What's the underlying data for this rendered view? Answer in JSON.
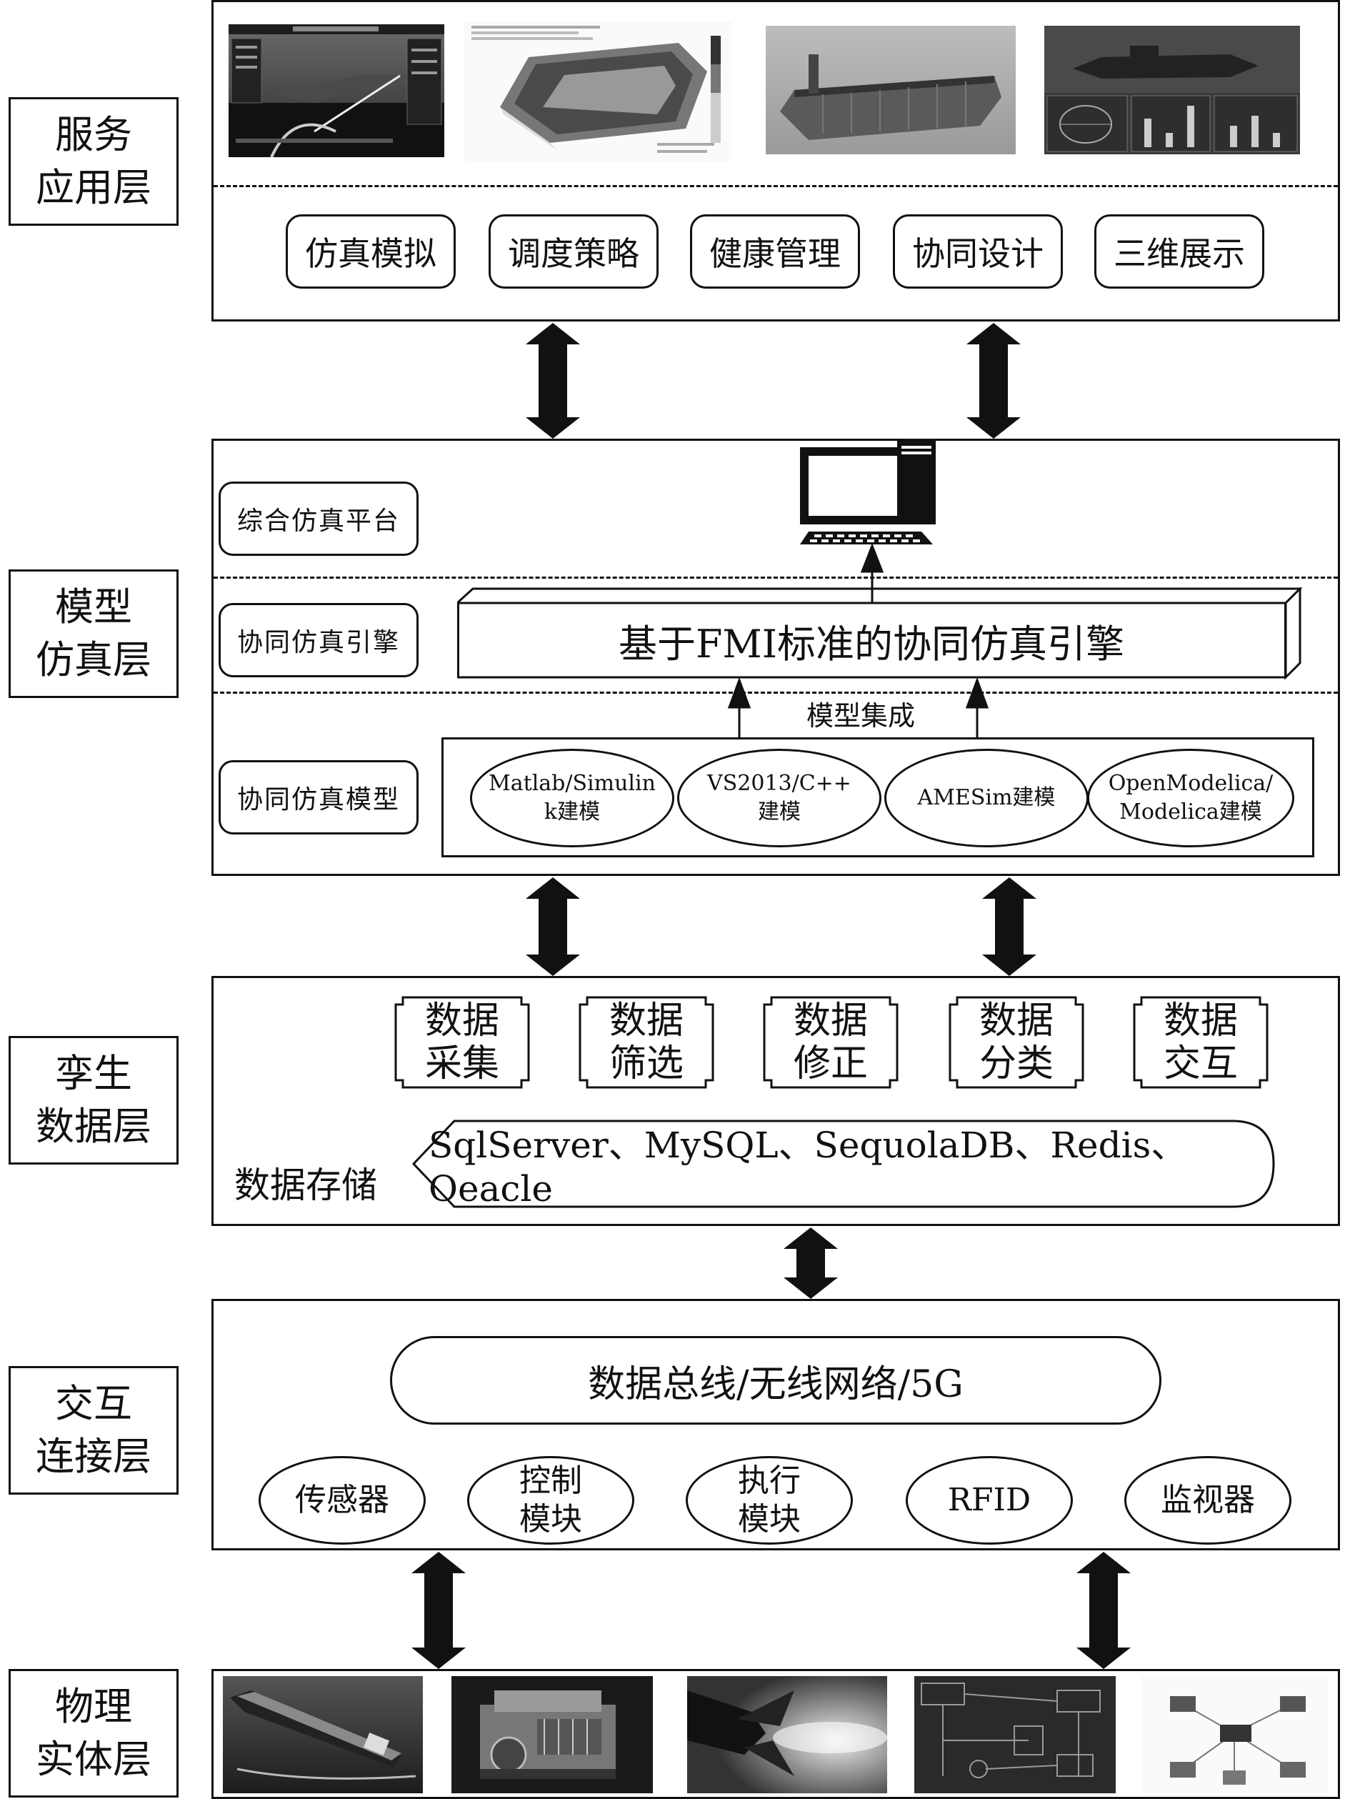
{
  "layers": [
    {
      "label": "服务\n应用层"
    },
    {
      "label": "模型\n仿真层"
    },
    {
      "label": "孪生\n数据层"
    },
    {
      "label": "交互\n连接层"
    },
    {
      "label": "物理\n实体层"
    }
  ],
  "service": {
    "functions": [
      "仿真模拟",
      "调度策略",
      "健康管理",
      "协同设计",
      "三维展示"
    ]
  },
  "model": {
    "platform_label": "综合仿真平台",
    "engine_side_label": "协同仿真引擎",
    "engine_title": "基于FMI标准的协同仿真引擎",
    "integration_label": "模型集成",
    "models_side_label": "协同仿真模型",
    "models": [
      "Matlab/Simulin\nk建模",
      "VS2013/C++\n建模",
      "AMESim建模",
      "OpenModelica/\nModelica建模"
    ]
  },
  "data": {
    "blocks": [
      "数据\n采集",
      "数据\n筛选",
      "数据\n修正",
      "数据\n分类",
      "数据\n交互"
    ],
    "storage_label": "数据存储",
    "storage_systems": "SqlServer、MySQL、SequolaDB、Redis、Oeacle"
  },
  "connection": {
    "bus": "数据总线/无线网络/5G",
    "devices": [
      "传感器",
      "控制\n模块",
      "执行\n模块",
      "RFID",
      "监视器"
    ]
  },
  "icons": {
    "computer": "desktop-computer-icon",
    "arrows": "double-headed-arrow-icon"
  }
}
